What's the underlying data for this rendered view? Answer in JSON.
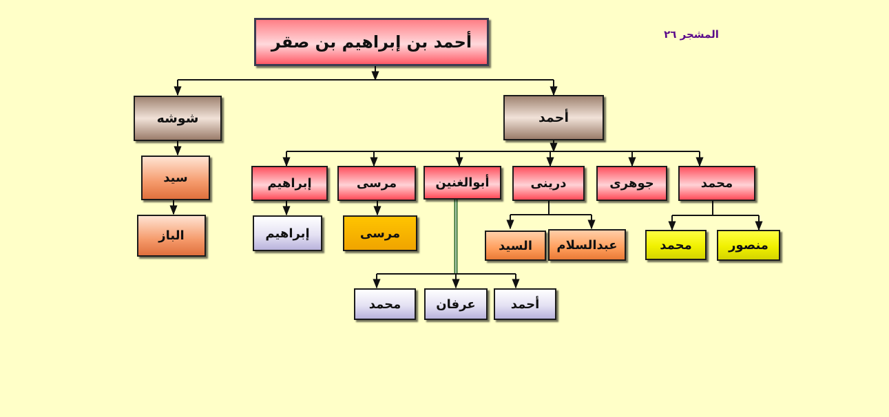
{
  "caption": "المشجر ٢٦",
  "nodes": {
    "root": {
      "label": "أحمد بن إبراهيم بن صقر"
    },
    "ahmad": {
      "label": "أحمد"
    },
    "shousha": {
      "label": "شوشه"
    },
    "sayed": {
      "label": "سيد"
    },
    "albaz": {
      "label": "الباز"
    },
    "muhammad": {
      "label": "محمد"
    },
    "jawhari": {
      "label": "جوهرى"
    },
    "darini": {
      "label": "درينى"
    },
    "abulghanin": {
      "label": "أبوالغنين"
    },
    "mursi": {
      "label": "مرسى"
    },
    "ibrahim": {
      "label": "إبراهيم"
    },
    "ibrahim2": {
      "label": "إبراهيم"
    },
    "mursi2": {
      "label": "مرسى"
    },
    "abdelsalam": {
      "label": "عبدالسلام"
    },
    "alsayed": {
      "label": "السيد"
    },
    "mansour": {
      "label": "منصور"
    },
    "muhammad2": {
      "label": "محمد"
    },
    "ahmad2": {
      "label": "أحمد"
    },
    "irfan": {
      "label": "عرفان"
    },
    "muhammad3": {
      "label": "محمد"
    }
  }
}
